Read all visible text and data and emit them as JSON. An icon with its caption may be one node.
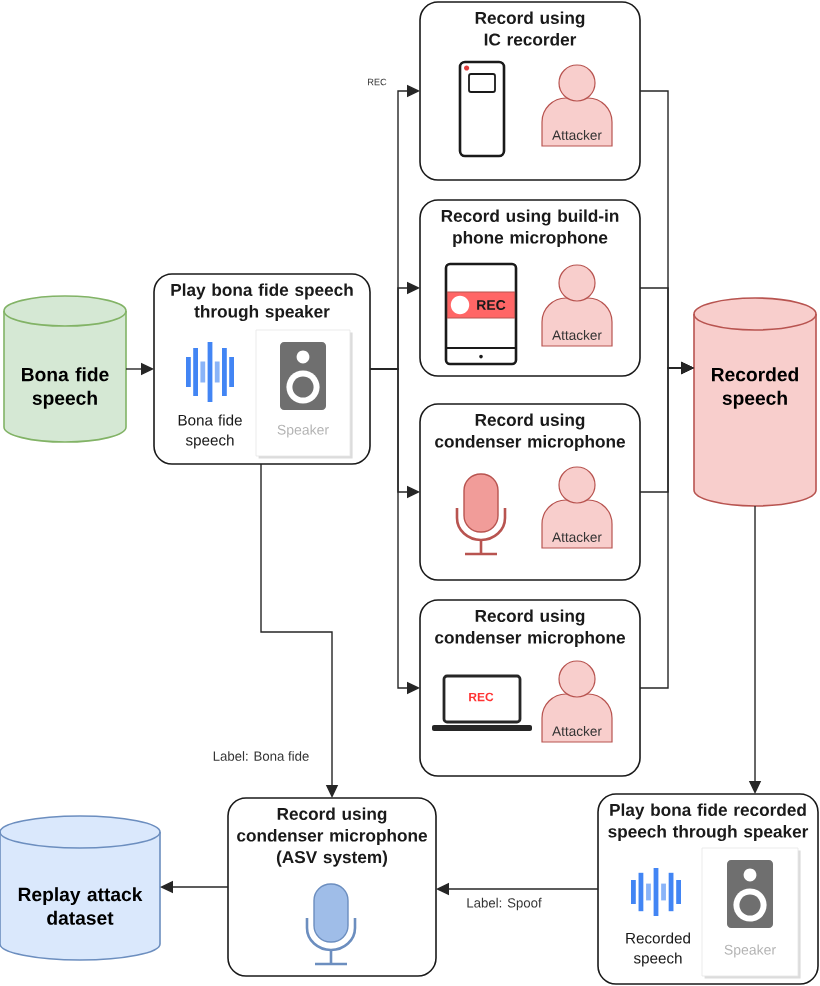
{
  "diagram": {
    "nodes": [
      {
        "text": [
          "Bona fide speech"
        ]
      },
      {
        "text": [
          "Play bona fide speech through speaker",
          "Bona fide speech"
        ]
      },
      {
        "text": [
          "Speaker"
        ],
        "in": 1
      },
      {
        "text": [
          "Record using IC recorder"
        ]
      },
      {
        "text": [
          "Attacker"
        ],
        "in": 3
      },
      {
        "text": [
          "Record using build-in phone microphone"
        ]
      },
      {
        "text": [
          "Attacker"
        ],
        "in": 5
      },
      {
        "text": [
          "Record using condenser microphone"
        ]
      },
      {
        "text": [
          "Attacker"
        ],
        "in": 7
      },
      {
        "text": [
          "Record using condenser microphone"
        ]
      },
      {
        "text": [
          "Attacker"
        ],
        "in": 9
      },
      {
        "text": [
          "Recorded speech"
        ]
      },
      {
        "text": [
          "Play bona fide recorded speech through speaker",
          "Recorded speech"
        ]
      },
      {
        "text": [
          "Speaker"
        ],
        "in": 12
      },
      {
        "text": [
          "Record using condenser microphone (ASV system)"
        ]
      },
      {
        "text": [
          "Replay attack dataset"
        ]
      }
    ],
    "edges": [
      {
        "from": 0,
        "to": 1,
        "arrow": "to"
      },
      {
        "from": 1,
        "to": 3,
        "arrow": "to"
      },
      {
        "from": 1,
        "to": 5,
        "arrow": "to"
      },
      {
        "from": 1,
        "to": 7,
        "arrow": "to"
      },
      {
        "from": 1,
        "to": 9,
        "arrow": "to"
      },
      {
        "from": 3,
        "to": 11,
        "arrow": "to"
      },
      {
        "from": 5,
        "to": 11,
        "arrow": "to"
      },
      {
        "from": 7,
        "to": 11,
        "arrow": "to"
      },
      {
        "from": 9,
        "to": 11,
        "arrow": "to"
      },
      {
        "from": 11,
        "to": 12,
        "arrow": "to"
      },
      {
        "from": 12,
        "to": 14,
        "arrow": "to",
        "label": "Label: Spoof"
      },
      {
        "from": 1,
        "to": 14,
        "arrow": "to",
        "label": "Label: Bona fide"
      },
      {
        "from": 14,
        "to": 15,
        "arrow": "to"
      }
    ],
    "labels": [
      "REC",
      "REC",
      "REC"
    ]
  }
}
